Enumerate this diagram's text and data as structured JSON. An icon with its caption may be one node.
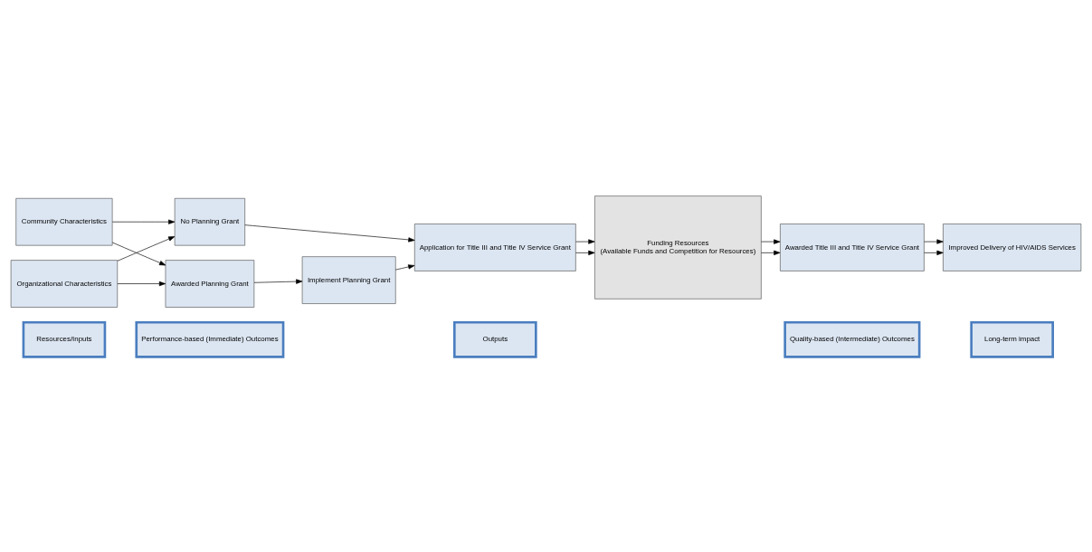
{
  "diagram": {
    "nodes": [
      {
        "text": [
          "Resources/Inputs"
        ]
      },
      {
        "text": [
          "Performance-based (Immediate) Outcomes"
        ]
      },
      {
        "text": [
          "Outputs"
        ]
      },
      {
        "text": [
          "Quality-based (Intermediate) Outcomes"
        ]
      },
      {
        "text": [
          "Long-term impact"
        ]
      },
      {
        "text": [
          "Community Characteristics"
        ]
      },
      {
        "text": [
          "Organizational Characteristics"
        ]
      },
      {
        "text": [
          "Awarded Planning Grant"
        ]
      },
      {
        "text": [
          "No Planning Grant"
        ]
      },
      {
        "text": [
          "Implement Planning Grant"
        ]
      },
      {
        "text": [
          "Application for Title III and Title IV Service Grant"
        ]
      },
      {
        "text": [
          "Funding Resources",
          "(Available Funds and Competition for Resources)"
        ]
      },
      {
        "text": [
          "Awarded Title III and Title IV Service Grant"
        ]
      },
      {
        "text": [
          "Improved Delivery of HIV/AIDS Services"
        ]
      }
    ],
    "edges": [
      {
        "from": 5,
        "to": 7,
        "arrow": "to"
      },
      {
        "from": 5,
        "to": 8,
        "arrow": "to"
      },
      {
        "from": 6,
        "to": 7,
        "arrow": "to"
      },
      {
        "from": 6,
        "to": 8,
        "arrow": "to"
      },
      {
        "from": 7,
        "to": 9,
        "arrow": "to"
      },
      {
        "from": 9,
        "to": 10,
        "arrow": "to"
      },
      {
        "from": 8,
        "to": 10,
        "arrow": "to"
      },
      {
        "from": 10,
        "to": 11,
        "arrow": "to"
      },
      {
        "from": 10,
        "to": 11,
        "arrow": "to"
      },
      {
        "from": 11,
        "to": 12,
        "arrow": "to"
      },
      {
        "from": 11,
        "to": 12,
        "arrow": "to"
      },
      {
        "from": 12,
        "to": 13,
        "arrow": "to"
      },
      {
        "from": 12,
        "to": 13,
        "arrow": "to"
      }
    ]
  }
}
